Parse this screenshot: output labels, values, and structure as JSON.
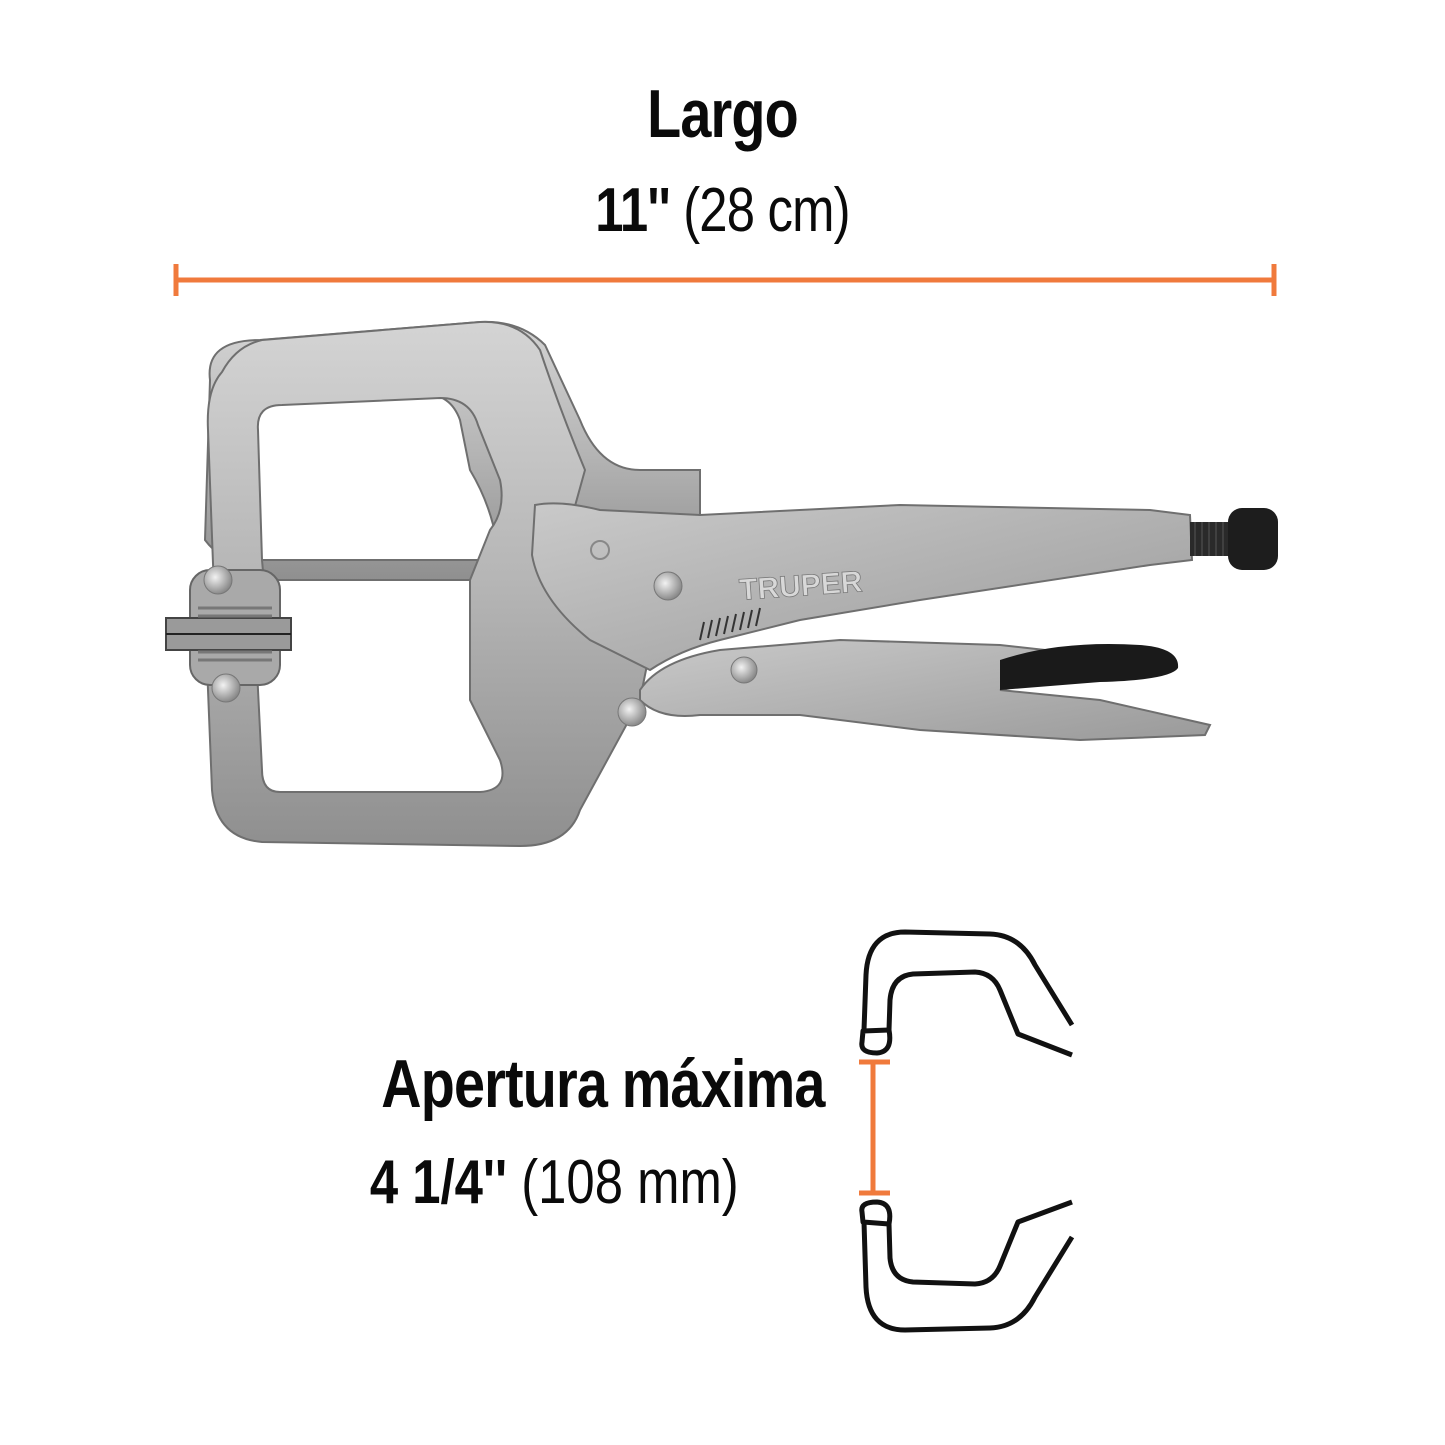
{
  "dimensions": {
    "length": {
      "title": "Largo",
      "value_imperial": "11''",
      "value_metric": "(28 cm)"
    },
    "max_opening": {
      "title": "Apertura máxima",
      "value_imperial": "4 1/4''",
      "value_metric": "(108 mm)"
    }
  },
  "product": {
    "type": "C-clamp locking pliers",
    "brand_emboss": "TRUPER"
  },
  "colors": {
    "accent_orange": "#f07a3c",
    "text": "#0a0a0a",
    "metal": "#b9b9b9",
    "metal_dark": "#8a8a8a",
    "grip_black": "#1a1a1a",
    "background": "#ffffff"
  }
}
